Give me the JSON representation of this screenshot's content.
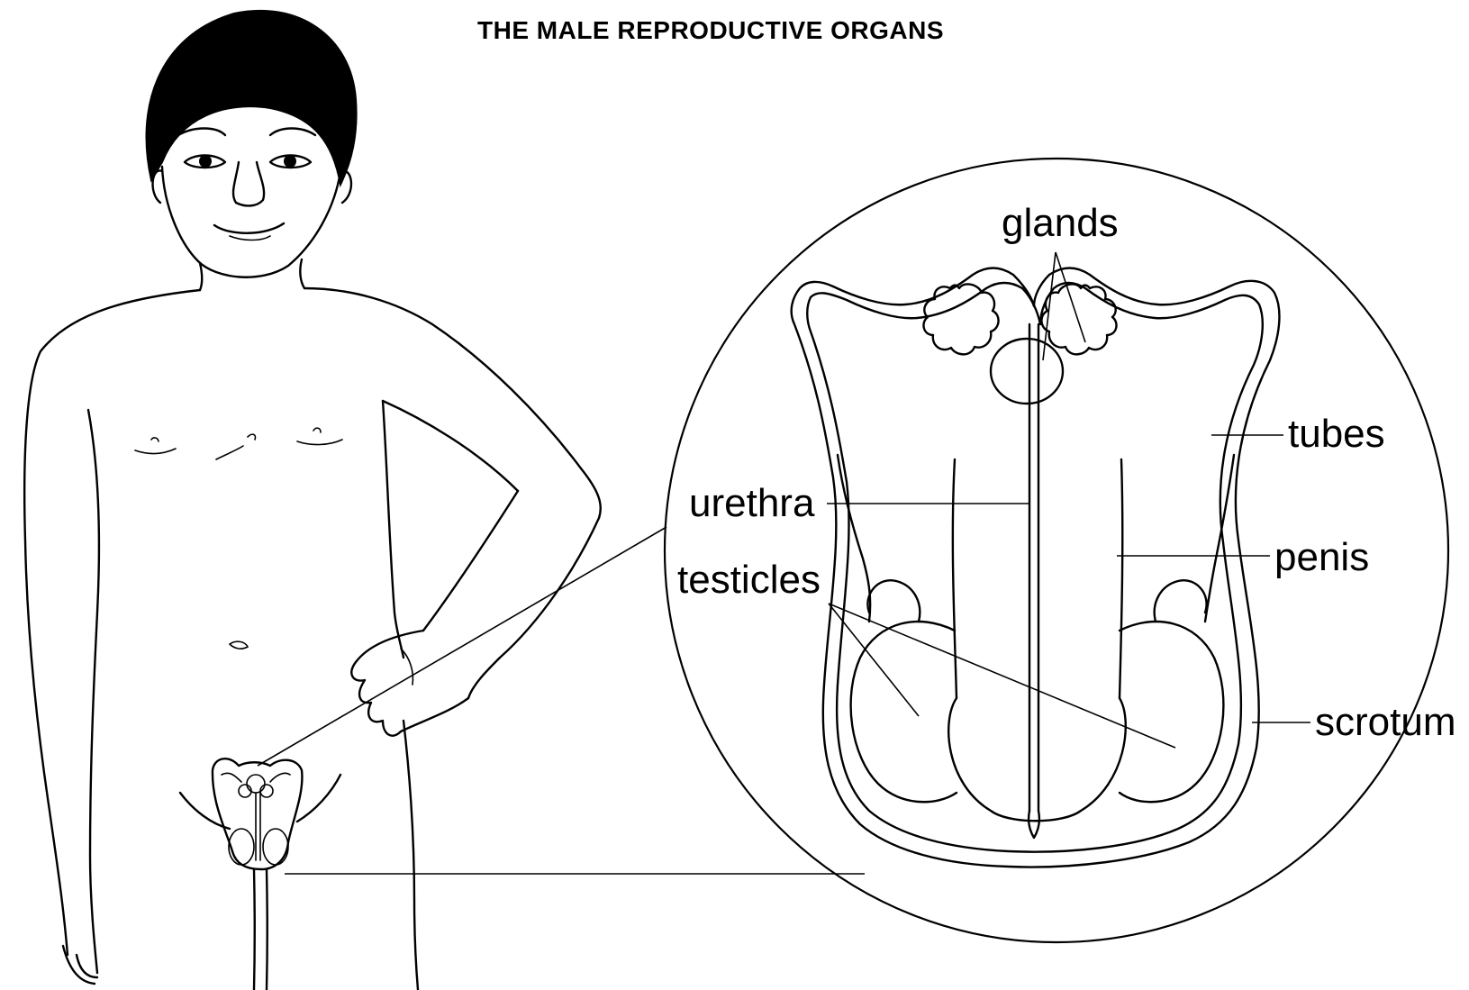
{
  "diagram": {
    "title": "THE MALE REPRODUCTIVE ORGANS",
    "labels": {
      "glands": "glands",
      "tubes": "tubes",
      "urethra": "urethra",
      "penis": "penis",
      "testicles": "testicles",
      "scrotum": "scrotum"
    }
  },
  "colors": {
    "ink": "#000000",
    "background": "#ffffff"
  },
  "icons": {
    "figure": "boy-figure-illustration",
    "detail": "magnified-organs-circle"
  }
}
